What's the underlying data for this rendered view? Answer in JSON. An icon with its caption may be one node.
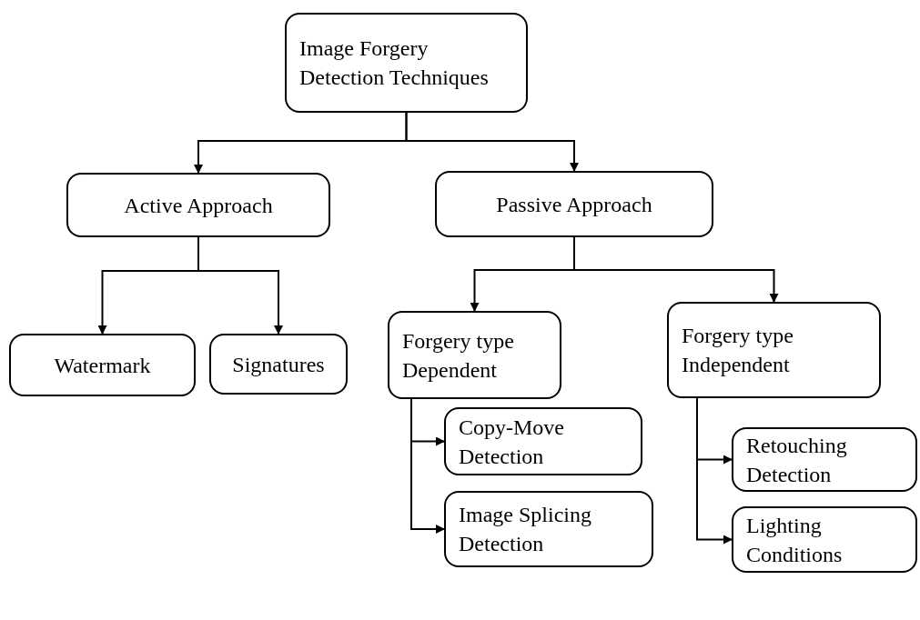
{
  "diagram": {
    "nodes": [
      {
        "text": [
          "Image Forgery Detection Techniques"
        ]
      },
      {
        "text": [
          "Active Approach"
        ]
      },
      {
        "text": [
          "Passive Approach"
        ]
      },
      {
        "text": [
          "Watermark"
        ]
      },
      {
        "text": [
          "Signatures"
        ]
      },
      {
        "text": [
          "Forgery type Dependent"
        ]
      },
      {
        "text": [
          "Forgery type Independent"
        ]
      },
      {
        "text": [
          "Copy-Move Detection"
        ]
      },
      {
        "text": [
          "Image Splicing Detection"
        ]
      },
      {
        "text": [
          "Retouching Detection"
        ]
      },
      {
        "text": [
          "Lighting Conditions"
        ]
      }
    ],
    "edges": [
      {
        "from": 0,
        "to": 1,
        "arrow": "to"
      },
      {
        "from": 0,
        "to": 2,
        "arrow": "to"
      },
      {
        "from": 1,
        "to": 3,
        "arrow": "to"
      },
      {
        "from": 1,
        "to": 4,
        "arrow": "to"
      },
      {
        "from": 2,
        "to": 5,
        "arrow": "to"
      },
      {
        "from": 2,
        "to": 6,
        "arrow": "to"
      },
      {
        "from": 5,
        "to": 7,
        "arrow": "to"
      },
      {
        "from": 5,
        "to": 8,
        "arrow": "to"
      },
      {
        "from": 6,
        "to": 9,
        "arrow": "to"
      },
      {
        "from": 6,
        "to": 10,
        "arrow": "to"
      }
    ]
  }
}
